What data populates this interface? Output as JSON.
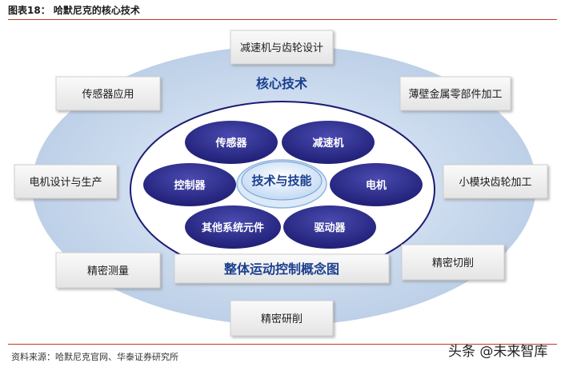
{
  "figure_title": "图表18：  哈默尼克的核心技术",
  "core_label": "核心技术",
  "center_label": "技术与技能",
  "bottom_bar_label": "整体运动控制概念图",
  "inner_items": [
    "传感器",
    "减速机",
    "控制器",
    "电机",
    "其他系统元件",
    "驱动器"
  ],
  "outer_boxes": [
    "减速机与齿轮设计",
    "传感器应用",
    "薄壁金属零部件加工",
    "电机设计与生产",
    "小模块齿轮加工",
    "精密测量",
    "精密切削",
    "精密研削"
  ],
  "source": "资料来源：哈默尼克官网、华泰证券研究所",
  "watermark": "头条 @未来智库",
  "colors": {
    "pill": "#2a2a8a",
    "accent": "#1a3f8f",
    "rule": "#c0392b"
  }
}
